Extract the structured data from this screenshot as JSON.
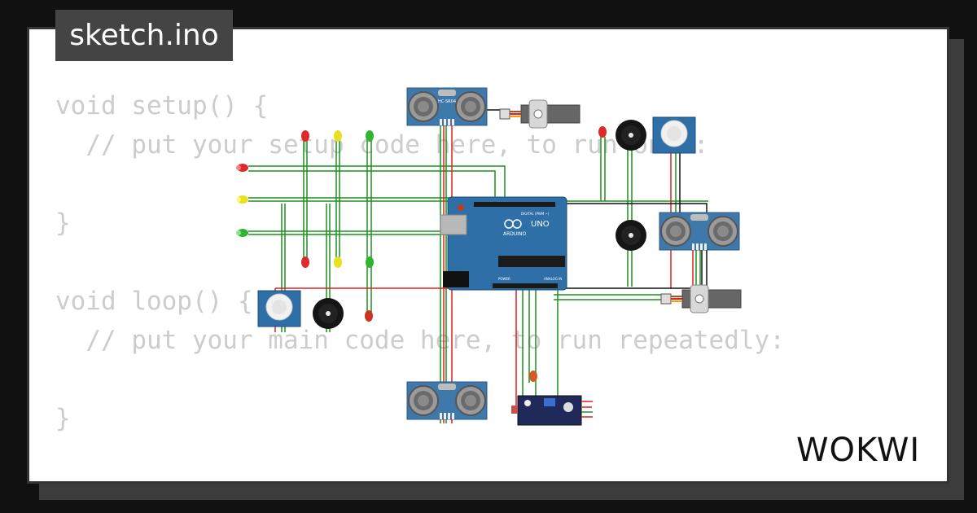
{
  "tab": {
    "filename": "sketch.ino"
  },
  "code": {
    "lines": [
      "void setup() {",
      "  // put your setup code here, to run once:",
      "",
      "}",
      "",
      "void loop() {",
      "  // put your main code here, to run repeatedly:",
      "",
      "}"
    ]
  },
  "arduino": {
    "model": "UNO",
    "brand": "ARDUINO",
    "label_digital": "DIGITAL (PWM ~)",
    "label_analog": "ANALOG IN",
    "label_power": "POWER"
  },
  "sensor": {
    "model": "HC-SR04"
  },
  "brand": {
    "logo": "WOKWI"
  },
  "colors": {
    "wire_green": "#1f8f1f",
    "wire_red": "#e02020",
    "wire_black": "#111111",
    "board_blue": "#2e6fa8",
    "sensor_blue": "#3f78ab"
  }
}
